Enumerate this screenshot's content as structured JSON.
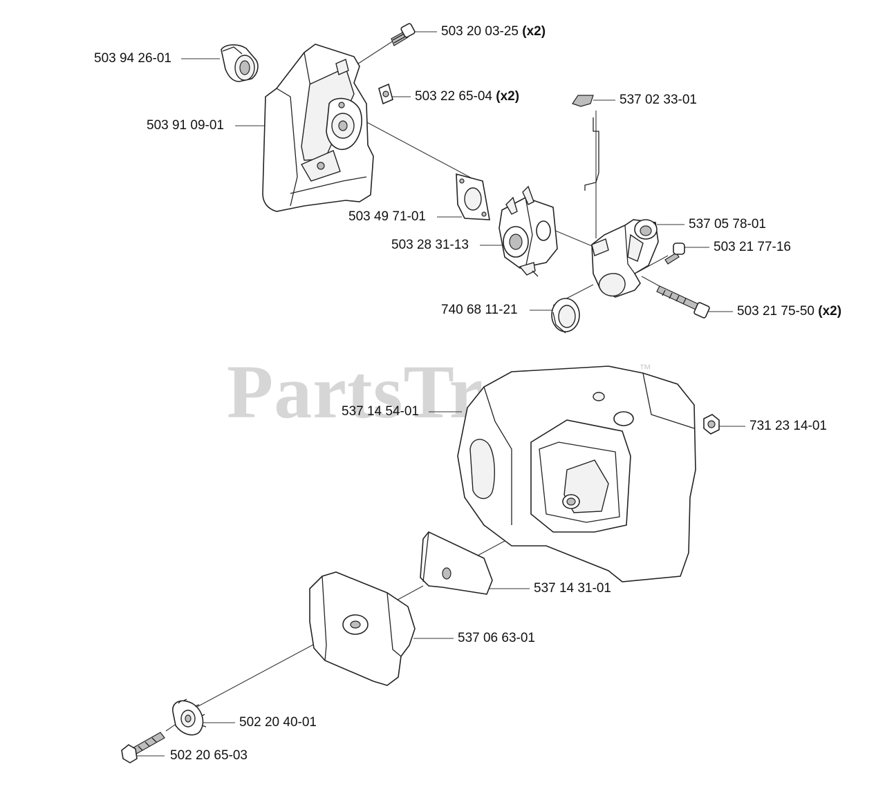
{
  "diagram": {
    "parts": [
      {
        "id": "p1",
        "number": "503 94 26-01",
        "qty": ""
      },
      {
        "id": "p2",
        "number": "503 20 03-25",
        "qty": "(x2)"
      },
      {
        "id": "p3",
        "number": "503 22 65-04",
        "qty": "(x2)"
      },
      {
        "id": "p4",
        "number": "503 91 09-01",
        "qty": ""
      },
      {
        "id": "p5",
        "number": "537 02 33-01",
        "qty": ""
      },
      {
        "id": "p6",
        "number": "537 05 78-01",
        "qty": ""
      },
      {
        "id": "p7",
        "number": "503 49 71-01",
        "qty": ""
      },
      {
        "id": "p8",
        "number": "503 21 77-16",
        "qty": ""
      },
      {
        "id": "p9",
        "number": "503 28 31-13",
        "qty": ""
      },
      {
        "id": "p10",
        "number": "740 68 11-21",
        "qty": ""
      },
      {
        "id": "p11",
        "number": "503 21 75-50",
        "qty": "(x2)"
      },
      {
        "id": "p12",
        "number": "537 14 54-01",
        "qty": ""
      },
      {
        "id": "p13",
        "number": "731 23 14-01",
        "qty": ""
      },
      {
        "id": "p14",
        "number": "537 14 31-01",
        "qty": ""
      },
      {
        "id": "p15",
        "number": "537 06 63-01",
        "qty": ""
      },
      {
        "id": "p16",
        "number": "502 20 40-01",
        "qty": ""
      },
      {
        "id": "p17",
        "number": "502 20 65-03",
        "qty": ""
      }
    ],
    "watermark": {
      "text": "PartsTree",
      "mark": "™"
    }
  }
}
